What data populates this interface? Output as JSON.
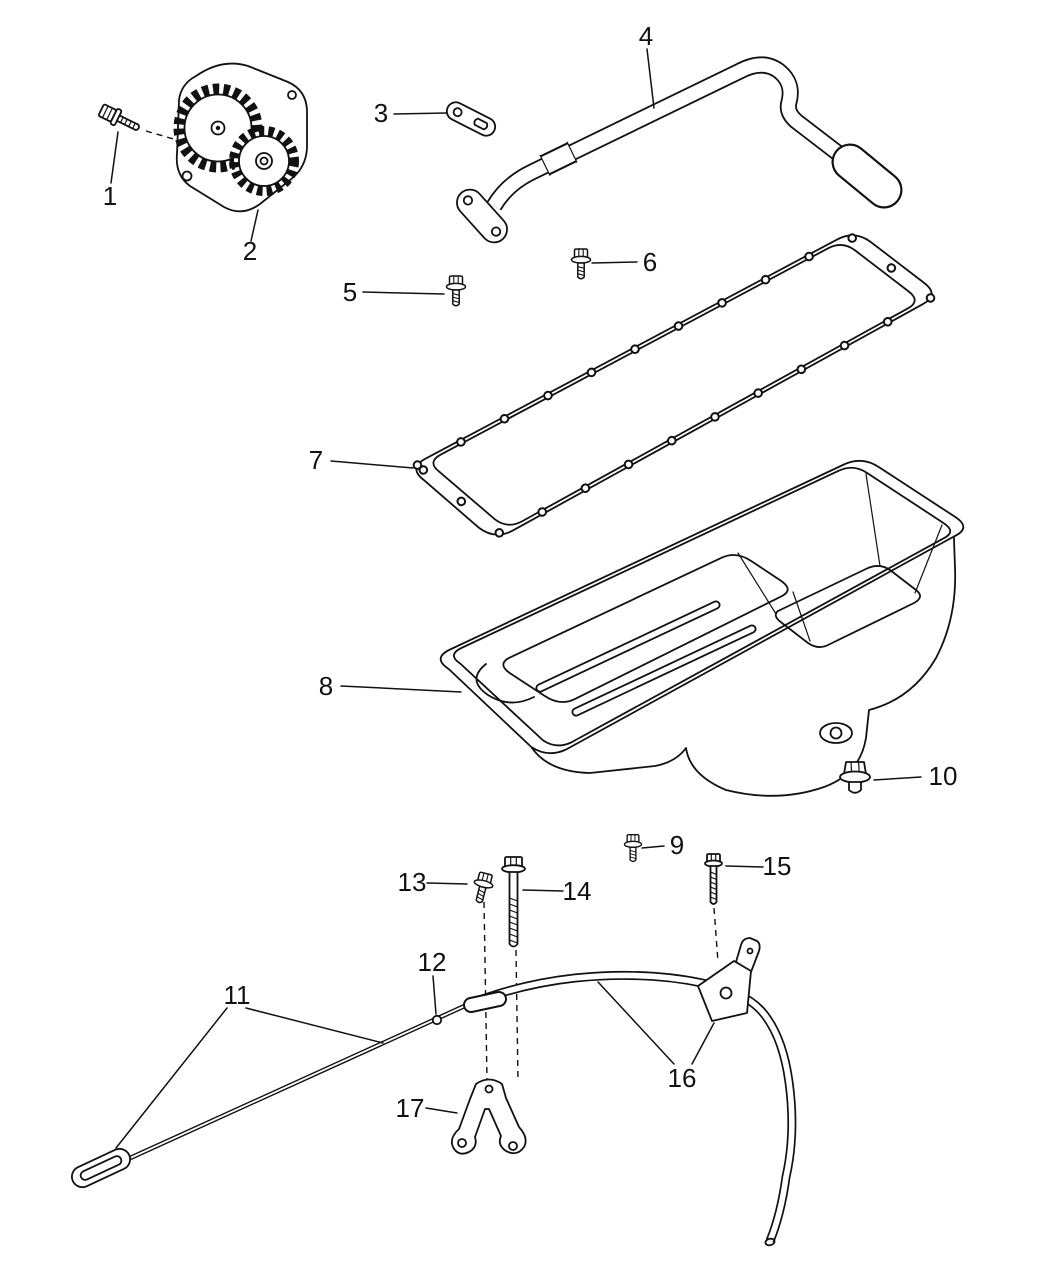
{
  "colors": {
    "background": "#ffffff",
    "line": "#111111"
  },
  "callouts": [
    "1",
    "2",
    "3",
    "4",
    "5",
    "6",
    "7",
    "8",
    "9",
    "10",
    "11",
    "12",
    "13",
    "14",
    "15",
    "16",
    "17"
  ]
}
